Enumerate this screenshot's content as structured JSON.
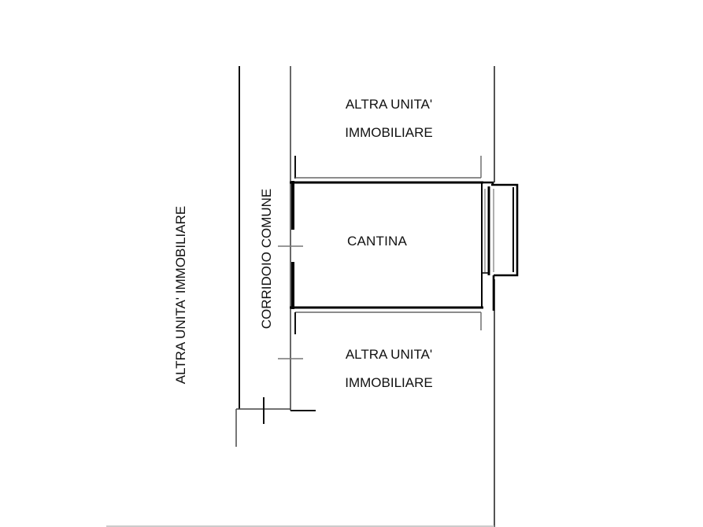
{
  "plan": {
    "rooms": [
      {
        "id": "altra-unita-top",
        "lines": [
          "ALTRA UNITA'",
          "IMMOBILIARE"
        ]
      },
      {
        "id": "cantina",
        "lines": [
          "CANTINA"
        ]
      },
      {
        "id": "altra-unita-bottom",
        "lines": [
          "ALTRA UNITA'",
          "IMMOBILIARE"
        ]
      }
    ],
    "corridor_label": "CORRIDOIO COMUNE",
    "left_unit_label": "ALTRA UNITA' IMMOBILIARE",
    "colors": {
      "background": "#ffffff",
      "wall": "#000000",
      "thin_line": "#555555",
      "text": "#111111"
    }
  }
}
